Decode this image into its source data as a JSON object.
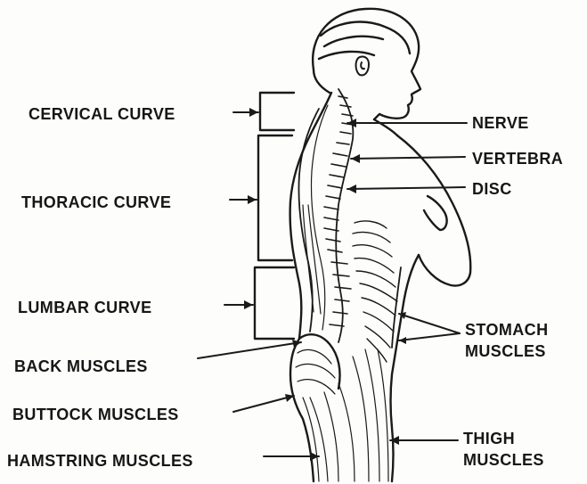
{
  "labels": {
    "cervical_curve": "CERVICAL CURVE",
    "thoracic_curve": "THORACIC CURVE",
    "lumbar_curve": "LUMBAR CURVE",
    "back_muscles": "BACK MUSCLES",
    "buttock_muscles": "BUTTOCK MUSCLES",
    "hamstring_muscles": "HAMSTRING MUSCLES",
    "nerve": "NERVE",
    "vertebra": "VERTEBRA",
    "disc": "DISC",
    "stomach_muscles_line1": "STOMACH",
    "stomach_muscles_line2": "MUSCLES",
    "thigh_muscles_line1": "THIGH",
    "thigh_muscles_line2": "MUSCLES"
  },
  "colors": {
    "ink": "#1a1a1a",
    "paper": "#fdfdfc"
  }
}
